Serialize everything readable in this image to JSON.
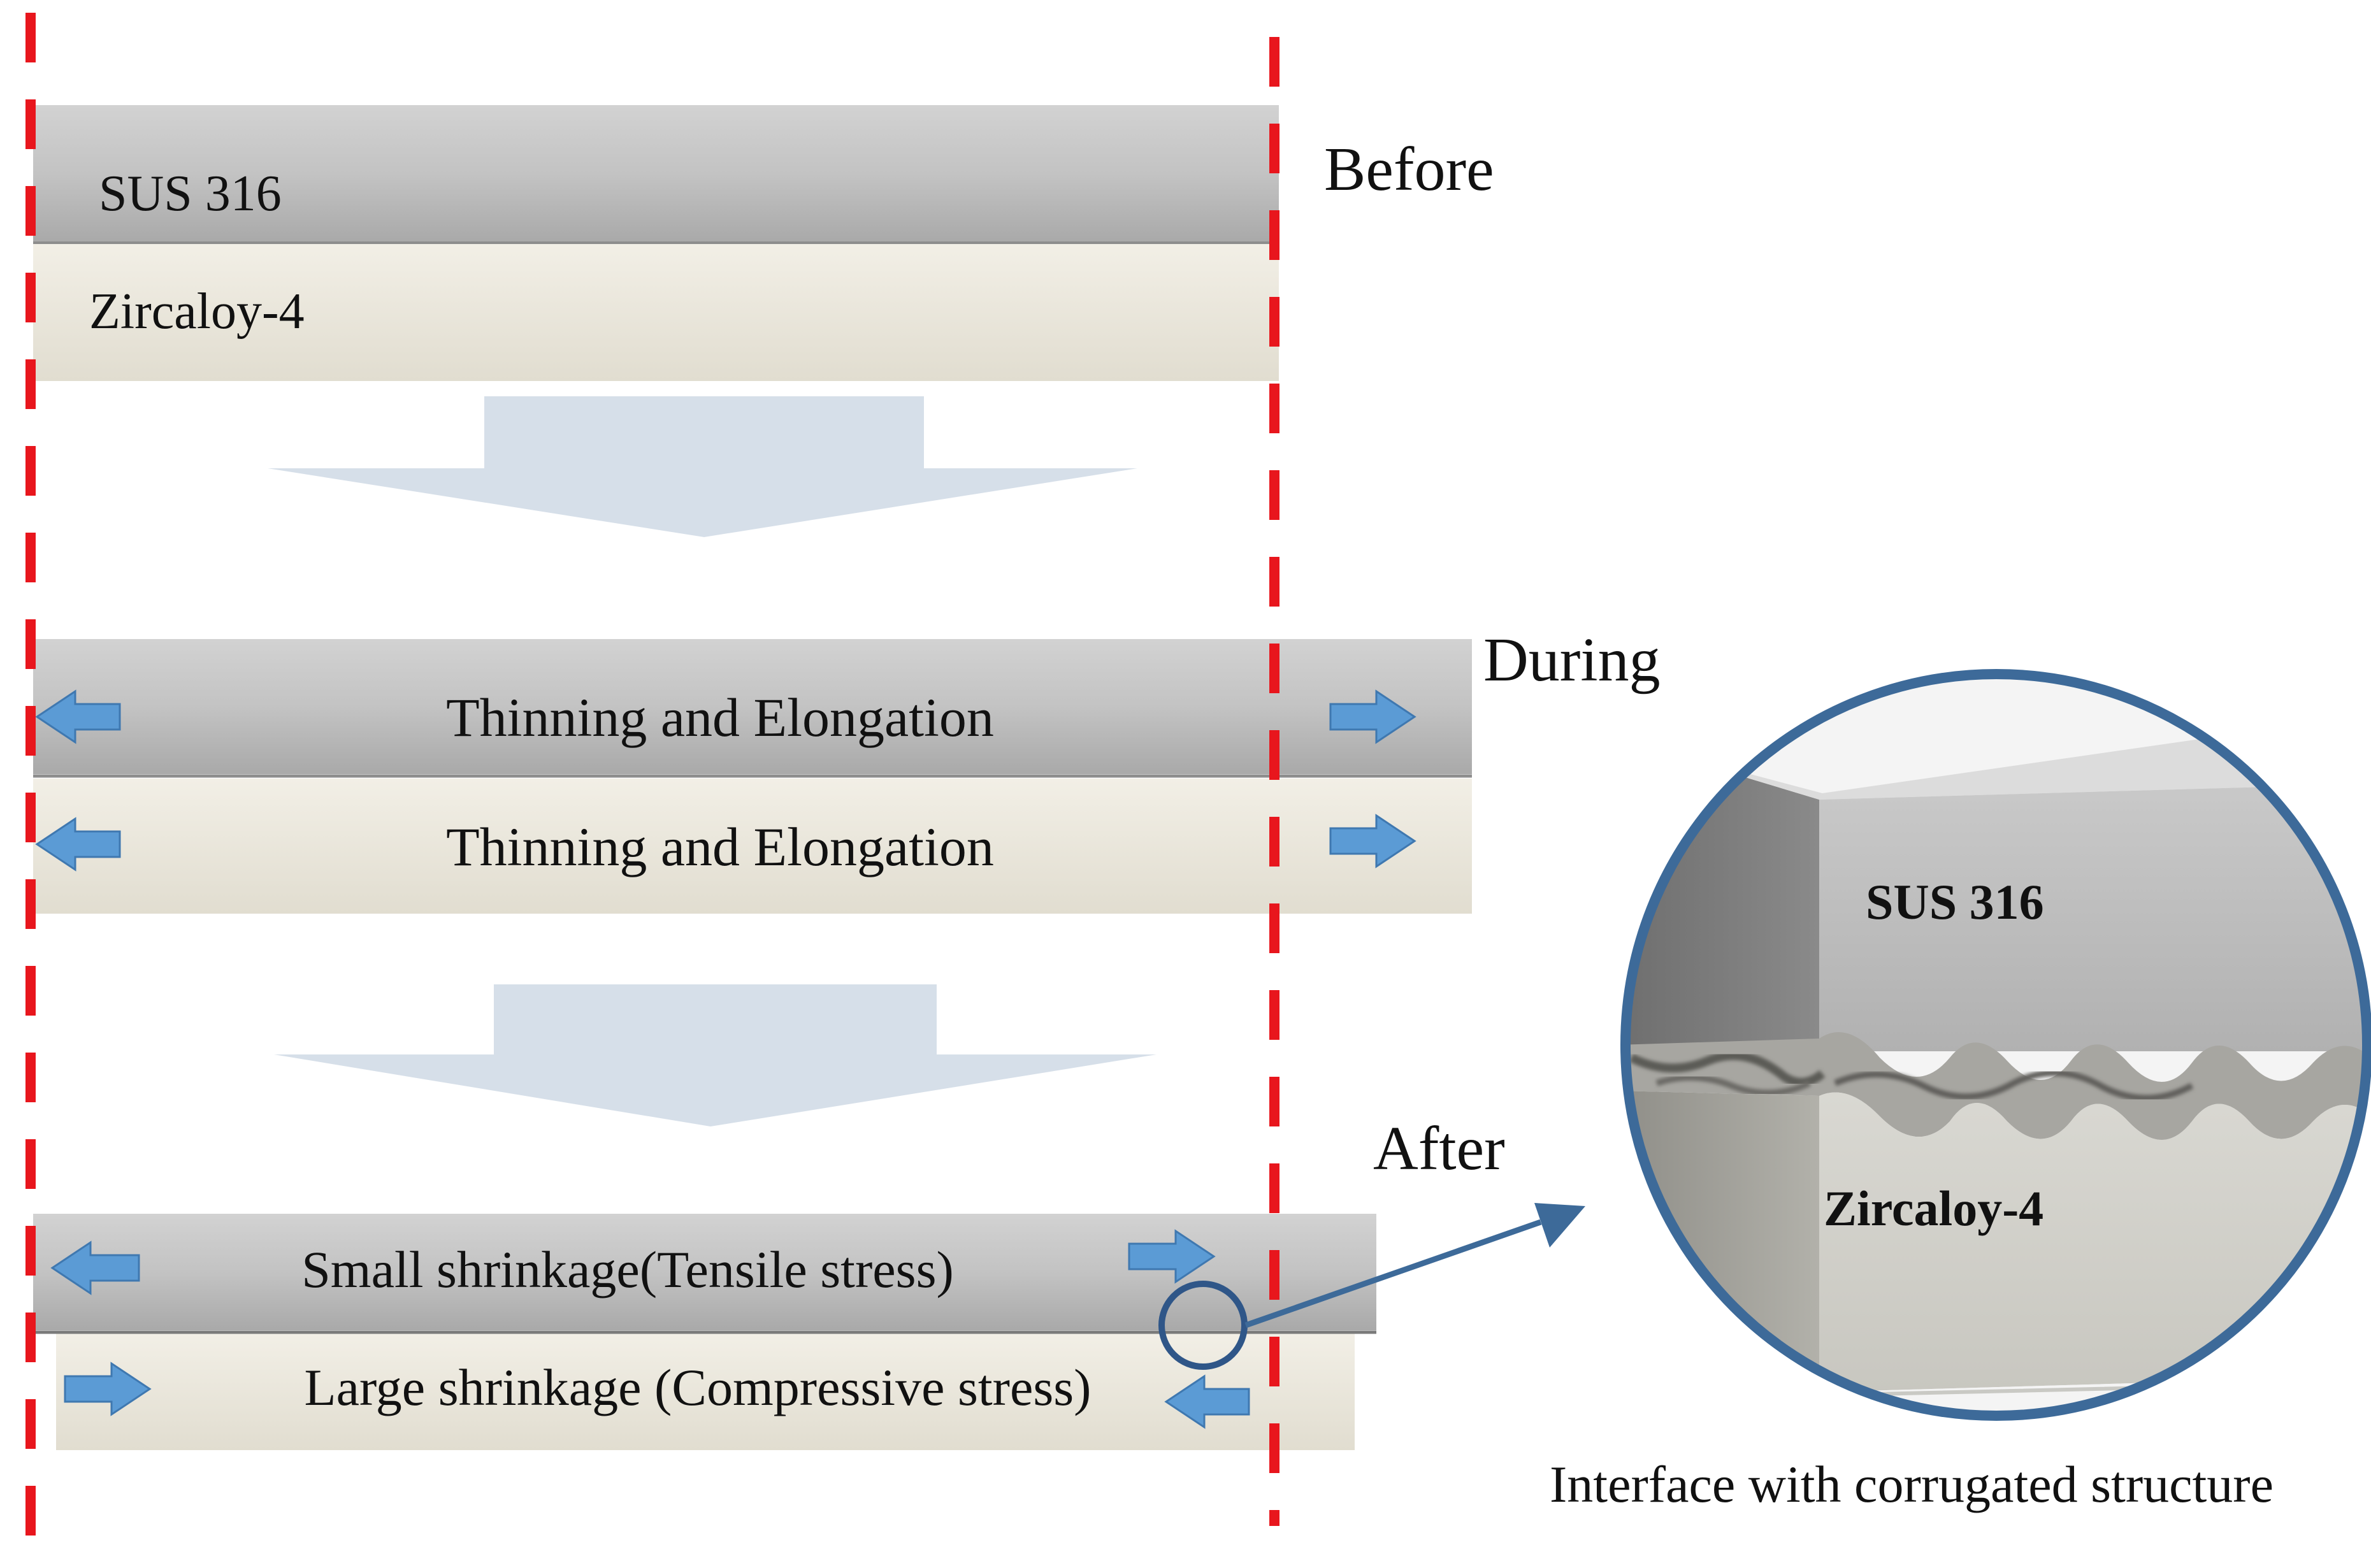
{
  "stages": {
    "before": {
      "label": "Before",
      "top_layer": "SUS 316",
      "bottom_layer": "Zircaloy-4"
    },
    "during": {
      "label": "During",
      "top_layer_text": "Thinning and Elongation",
      "bottom_layer_text": "Thinning and Elongation"
    },
    "after": {
      "label": "After",
      "top_layer_text": "Small shrinkage(Tensile stress)",
      "bottom_layer_text": "Large shrinkage (Compressive stress)"
    }
  },
  "inset": {
    "top_label": "SUS 316",
    "bottom_label": "Zircaloy-4",
    "caption": "Interface with corrugated structure"
  },
  "colors": {
    "sus316": "#c4c4c4",
    "zircaloy": "#ece8dc",
    "guide_line": "#e8161d",
    "process_arrow": "#d6dfe9",
    "stress_arrow": "#5b9bd5",
    "inset_ring": "#3d6a99"
  }
}
